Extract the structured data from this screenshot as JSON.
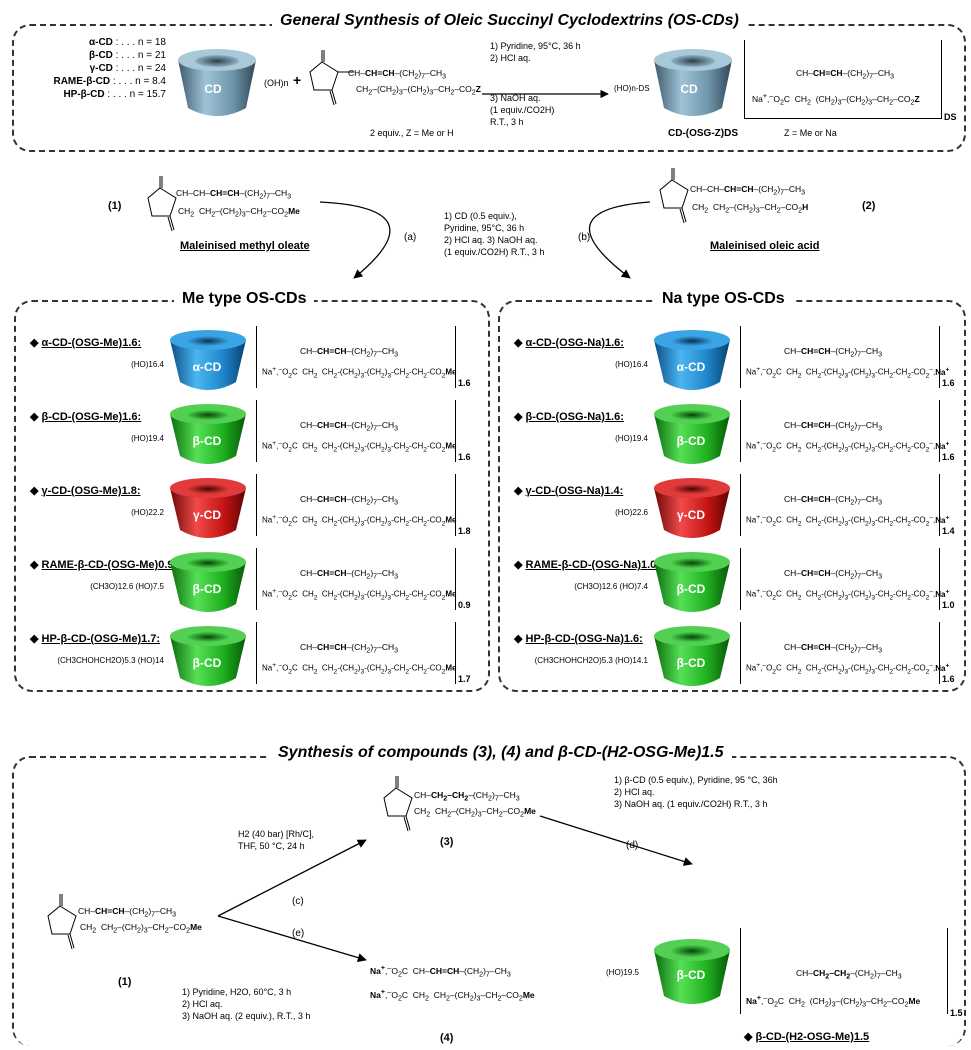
{
  "top_box": {
    "title": "General Synthesis of Oleic Succinyl Cyclodextrins (OS-CDs)",
    "cd_list": [
      {
        "name": "α-CD",
        "n": "18"
      },
      {
        "name": "β-CD",
        "n": "21"
      },
      {
        "name": "γ-CD",
        "n": "24"
      },
      {
        "name": "RAME-β-CD",
        "n": "8.4"
      },
      {
        "name": "HP-β-CD",
        "n": "15.7"
      }
    ],
    "cd_label": "CD",
    "oh_n": "(OH)n",
    "plus": "+",
    "reagent_note": "2 equiv., Z = Me or H",
    "steps": [
      "1)  Pyridine, 95°C, 36 h",
      "2)  HCl aq.",
      "3)  NaOH aq.",
      "     (1 equiv./CO2H)",
      "     R.T., 3 h"
    ],
    "product_label": "CD-(OSG-Z)DS",
    "product_z": "Z = Me or Na",
    "ds": "DS",
    "ho_n_ds": "(HO)n-DS"
  },
  "middle": {
    "compound1_num": "(1)",
    "compound1_name": "Maleinised methyl oleate",
    "compound2_num": "(2)",
    "compound2_name": "Maleinised oleic acid",
    "arrow_a": "(a)",
    "arrow_b": "(b)",
    "conditions": [
      "1)  CD (0.5 equiv.),",
      "     Pyridine, 95°C, 36 h",
      "2)  HCl aq. 3) NaOH aq.",
      "     (1 equiv./CO2H) R.T., 3 h"
    ]
  },
  "me_box": {
    "title": "Me type OS-CDs",
    "items": [
      {
        "label": "α-CD-(OSG-Me)1.6:",
        "cd": "α-CD",
        "ho": "(HO)16.4",
        "ds": "1.6",
        "color": "#1e90d6"
      },
      {
        "label": "β-CD-(OSG-Me)1.6:",
        "cd": "β-CD",
        "ho": "(HO)19.4",
        "ds": "1.6",
        "color": "#22b422"
      },
      {
        "label": "γ-CD-(OSG-Me)1.8:",
        "cd": "γ-CD",
        "ho": "(HO)22.2",
        "ds": "1.8",
        "color": "#c81414"
      },
      {
        "label": "RAME-β-CD-(OSG-Me)0.9:",
        "cd": "β-CD",
        "ho": "(CH3O)12.6 (HO)7.5",
        "ds": "0.9",
        "color": "#22b422"
      },
      {
        "label": "HP-β-CD-(OSG-Me)1.7:",
        "cd": "β-CD",
        "ho": "(CH3CHOHCH2O)5.3 (HO)14",
        "ds": "1.7",
        "color": "#22b422"
      }
    ]
  },
  "na_box": {
    "title": "Na type OS-CDs",
    "items": [
      {
        "label": "α-CD-(OSG-Na)1.6:",
        "cd": "α-CD",
        "ho": "(HO)16.4",
        "ds": "1.6",
        "color": "#1e90d6"
      },
      {
        "label": "β-CD-(OSG-Na)1.6:",
        "cd": "β-CD",
        "ho": "(HO)19.4",
        "ds": "1.6",
        "color": "#22b422"
      },
      {
        "label": "γ-CD-(OSG-Na)1.4:",
        "cd": "γ-CD",
        "ho": "(HO)22.6",
        "ds": "1.4",
        "color": "#c81414"
      },
      {
        "label": "RAME-β-CD-(OSG-Na)1.0:",
        "cd": "β-CD",
        "ho": "(CH3O)12.6 (HO)7.4",
        "ds": "1.0",
        "color": "#22b422"
      },
      {
        "label": "HP-β-CD-(OSG-Na)1.6:",
        "cd": "β-CD",
        "ho": "(CH3CHOHCH2O)5.3 (HO)14.1",
        "ds": "1.6",
        "color": "#22b422"
      }
    ]
  },
  "bottom_box": {
    "title": "Synthesis of compounds (3), (4) and β-CD-(H2-OSG-Me)1.5",
    "compound1_num": "(1)",
    "compound3_num": "(3)",
    "compound4_num": "(4)",
    "arrow_c": "(c)",
    "arrow_d": "(d)",
    "arrow_e": "(e)",
    "cond_c": [
      "H2 (40 bar) [Rh/C],",
      "THF, 50 °C, 24 h"
    ],
    "cond_e": [
      "1)  Pyridine, H2O, 60°C, 3 h",
      "2)  HCl aq.",
      "3)  NaOH aq. (2 equiv.), R.T., 3 h"
    ],
    "cond_d": [
      "1)  β-CD (0.5 equiv.), Pyridine, 95 °C, 36h",
      "2)  HCl aq.",
      "3)  NaOH aq. (1 equiv./CO2H) R.T., 3 h"
    ],
    "product_cd": "β-CD",
    "product_ho": "(HO)19.5",
    "product_ds": "1.5",
    "product_label": "β-CD-(H2-OSG-Me)1.5"
  },
  "colors": {
    "alpha": "#1e90d6",
    "beta": "#22b422",
    "gamma": "#c81414",
    "generic": "#7fa3b8"
  }
}
